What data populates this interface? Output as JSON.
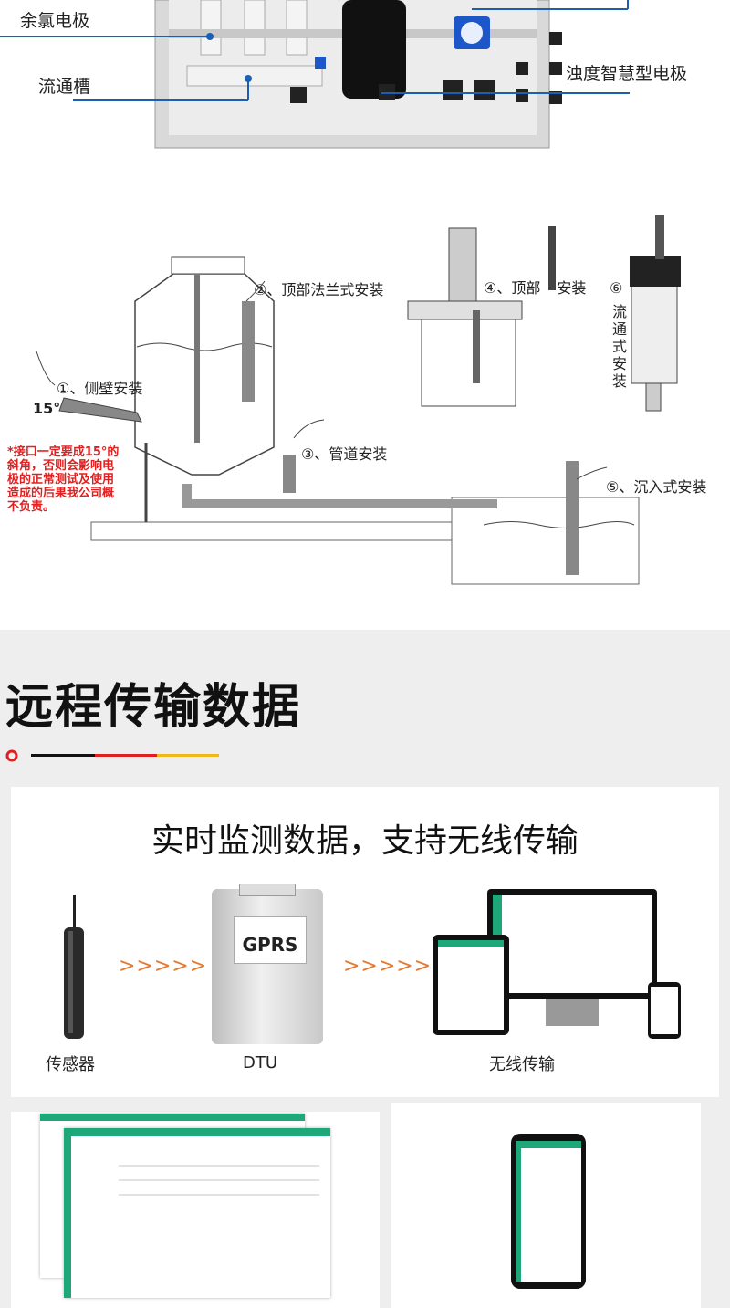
{
  "top": {
    "labels": {
      "chlorine": "余氯电极",
      "flow_cell": "流通槽",
      "turbidity": "浊度智慧型电极"
    }
  },
  "install": {
    "m1": "①、侧壁安装",
    "angle": "15°",
    "m2": "②、顶部法兰式安装",
    "m3": "③、管道安装",
    "m4": "④、顶部",
    "m4_tail": "安装",
    "m5": "⑤、沉入式安装",
    "m6_num": "⑥",
    "m6_text": [
      "流",
      "通",
      "式",
      "安",
      "装"
    ],
    "warning": [
      "*接口一定要成15°的",
      "斜角，否则会影响电",
      "极的正常测试及使用",
      "造成的后果我公司概",
      "不负责。"
    ]
  },
  "remote": {
    "title": "远程传输数据",
    "accent_colors": [
      "#e02020",
      "#111111",
      "#e02020",
      "#f2b51c"
    ],
    "card_title": "实时监测数据，支持无线传输",
    "arrows": ">>>>>",
    "captions": {
      "sensor": "传感器",
      "dtu": "DTU",
      "wireless": "无线传输"
    },
    "dtu_label": "GPRS"
  },
  "colors": {
    "section_bg": "#eeeeee",
    "callout": "#1a5fb4",
    "accent": "#1ea87a"
  }
}
